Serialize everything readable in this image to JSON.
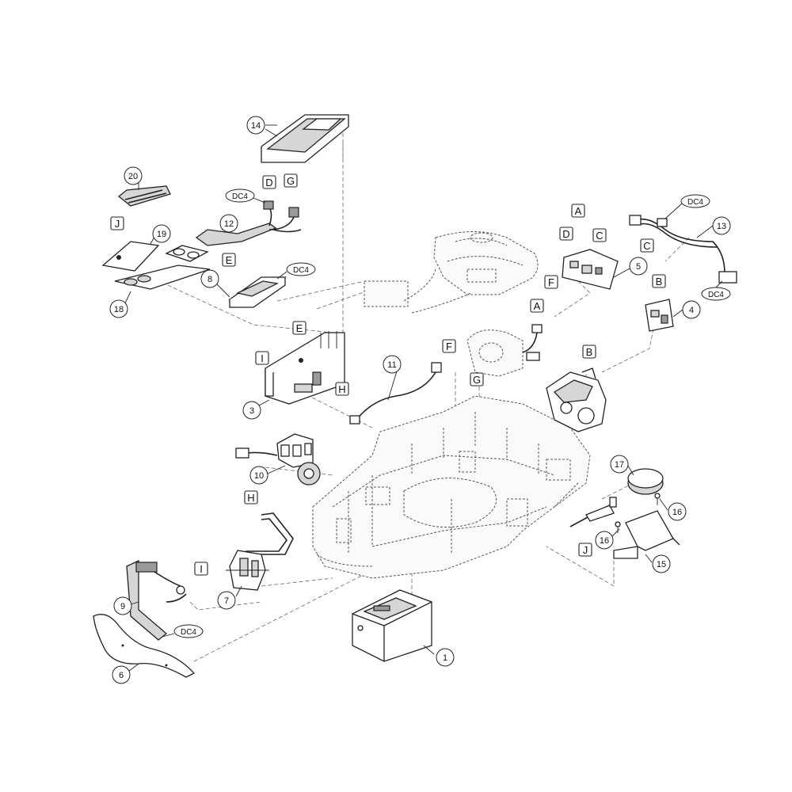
{
  "callouts": [
    {
      "id": "c1",
      "text": "1"
    },
    {
      "id": "c3",
      "text": "3"
    },
    {
      "id": "c4",
      "text": "4"
    },
    {
      "id": "c5",
      "text": "5"
    },
    {
      "id": "c6",
      "text": "6"
    },
    {
      "id": "c7",
      "text": "7"
    },
    {
      "id": "c8",
      "text": "8"
    },
    {
      "id": "c9",
      "text": "9"
    },
    {
      "id": "c10",
      "text": "10"
    },
    {
      "id": "c11",
      "text": "11"
    },
    {
      "id": "c12",
      "text": "12"
    },
    {
      "id": "c13",
      "text": "13"
    },
    {
      "id": "c14",
      "text": "14"
    },
    {
      "id": "c15",
      "text": "15"
    },
    {
      "id": "c16a",
      "text": "16"
    },
    {
      "id": "c16b",
      "text": "16"
    },
    {
      "id": "c17",
      "text": "17"
    },
    {
      "id": "c18",
      "text": "18"
    },
    {
      "id": "c19",
      "text": "19"
    },
    {
      "id": "c20",
      "text": "20"
    }
  ],
  "ref_letters": [
    {
      "id": "A1",
      "text": "A"
    },
    {
      "id": "A2",
      "text": "A"
    },
    {
      "id": "B1",
      "text": "B"
    },
    {
      "id": "B2",
      "text": "B"
    },
    {
      "id": "C1",
      "text": "C"
    },
    {
      "id": "C2",
      "text": "C"
    },
    {
      "id": "D1",
      "text": "D"
    },
    {
      "id": "D2",
      "text": "D"
    },
    {
      "id": "E1",
      "text": "E"
    },
    {
      "id": "E2",
      "text": "E"
    },
    {
      "id": "F1",
      "text": "F"
    },
    {
      "id": "F2",
      "text": "F"
    },
    {
      "id": "G1",
      "text": "G"
    },
    {
      "id": "G2",
      "text": "G"
    },
    {
      "id": "H1",
      "text": "H"
    },
    {
      "id": "H2",
      "text": "H"
    },
    {
      "id": "I1",
      "text": "I"
    },
    {
      "id": "I2",
      "text": "I"
    },
    {
      "id": "J1",
      "text": "J"
    },
    {
      "id": "J2",
      "text": "J"
    }
  ],
  "connector_labels": [
    {
      "id": "dc1",
      "text": "DC4"
    },
    {
      "id": "dc2",
      "text": "DC4"
    },
    {
      "id": "dc3",
      "text": "DC4"
    },
    {
      "id": "dc4",
      "text": "DC4"
    },
    {
      "id": "dc5",
      "text": "DC4"
    }
  ]
}
